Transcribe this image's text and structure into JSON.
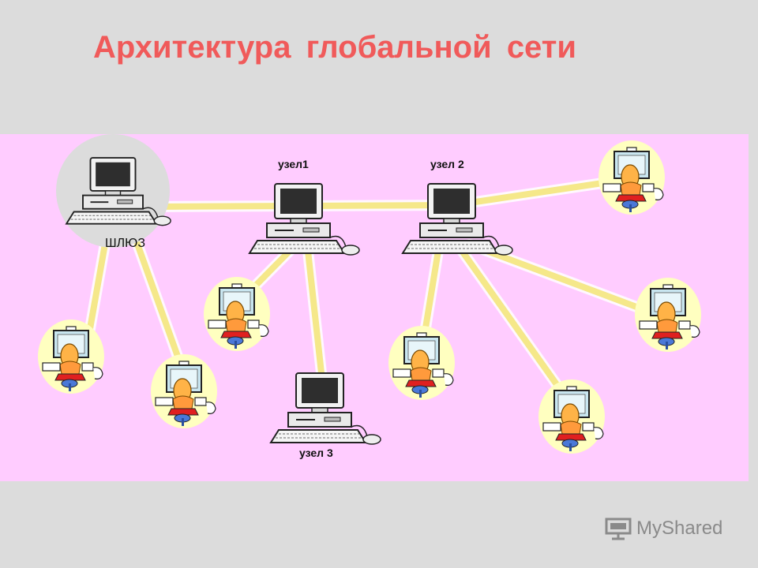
{
  "title": "Архитектура глобальной сети",
  "labels": {
    "gateway": "ШЛЮЗ",
    "node1": "узел1",
    "node2": "узел 2",
    "node3": "узел 3"
  },
  "colors": {
    "title": "#f05a5a",
    "diagram_background": "#ffccff",
    "page_background": "#dcdcdc",
    "link": "#fff2a8",
    "user_circle": "#ffffc0",
    "gateway_circle": "#dcdcdc"
  },
  "watermark": {
    "text": "MyShared",
    "icon": "presentation-board-icon"
  }
}
